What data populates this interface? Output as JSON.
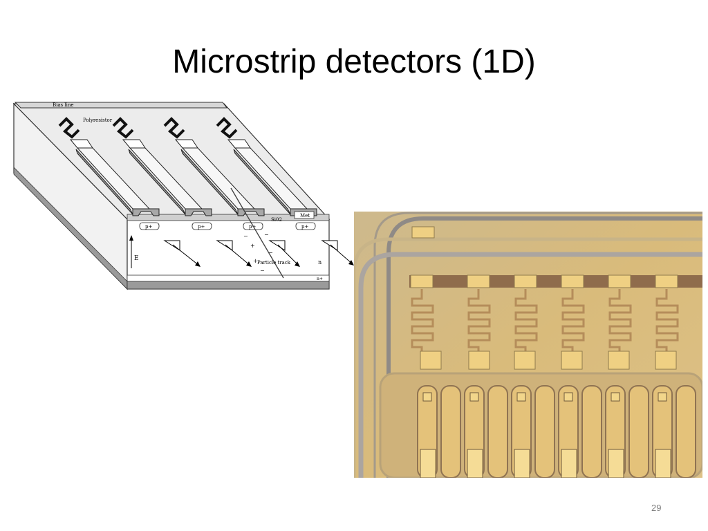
{
  "slide": {
    "title": "Microstrip detectors (1D)",
    "page_number": "29"
  },
  "diagram_labels": {
    "bias_line": "Bias line",
    "polyresistor": "Polyresistor",
    "sio2": "Si02",
    "metal": "Met",
    "p_plus": "p+",
    "field": "E",
    "particle_track": "Particle track",
    "n_bulk": "n",
    "n_plus": "n+",
    "minus": "−",
    "plus": "+"
  },
  "colors": {
    "photo_bg": "#d8b678",
    "pad_gold": "#efd083",
    "track_gold": "#c9a25d"
  }
}
